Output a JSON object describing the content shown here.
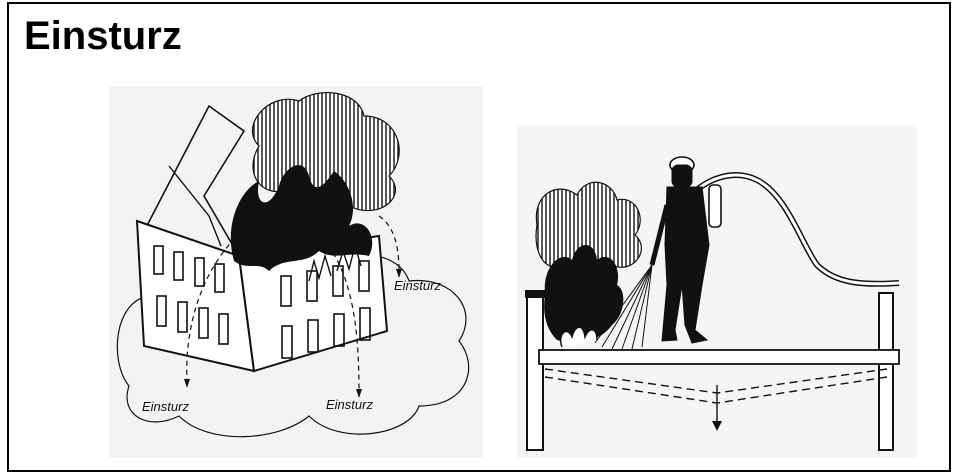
{
  "slide": {
    "title": "Einsturz"
  },
  "left_figure": {
    "labels": [
      "Einsturz",
      "Einsturz",
      "Einsturz"
    ]
  },
  "right_figure": {
    "labels": []
  }
}
